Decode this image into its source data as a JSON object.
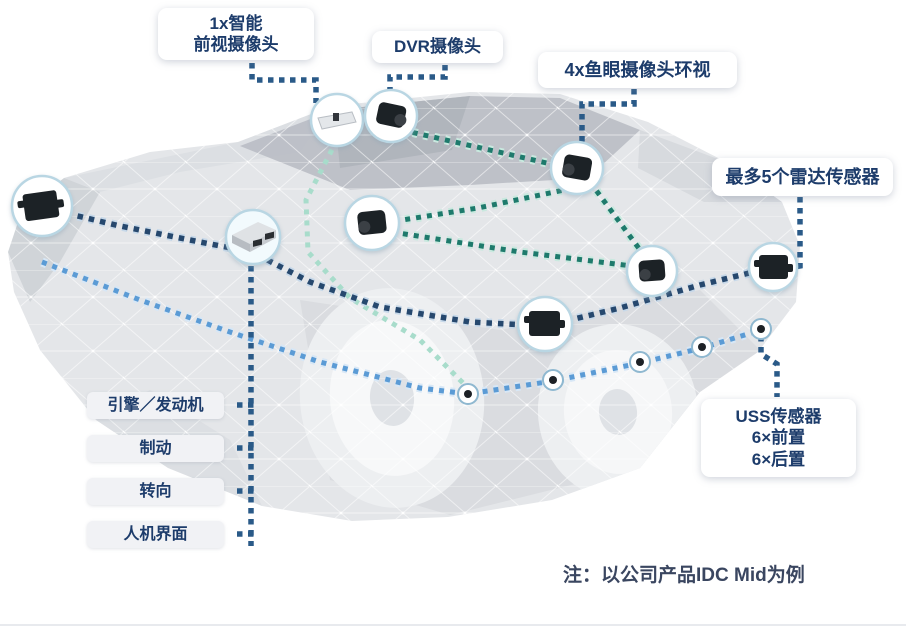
{
  "diagram_title_note": "注：以公司产品IDC Mid为例",
  "callouts": {
    "front_camera": {
      "line1": "1x智能",
      "line2": "前视摄像头"
    },
    "dvr_camera": {
      "text": "DVR摄像头"
    },
    "fisheye_cameras": {
      "text": "4x鱼眼摄像头环视"
    },
    "radar_sensors": {
      "text": "最多5个雷达传感器"
    },
    "uss_sensors": {
      "line1": "USS传感器",
      "line2": "6×前置",
      "line3": "6×后置"
    },
    "engine": {
      "text": "引擎／发动机"
    },
    "brake": {
      "text": "制动"
    },
    "steering": {
      "text": "转向"
    },
    "hmi": {
      "text": "人机界面"
    }
  },
  "colors": {
    "label_text": "#1d3c6b",
    "connector_navy": "#2a5a88",
    "radar_line": "#26486e",
    "camera_line_teal": "#1e7a6c",
    "camera_line_mint": "#a8dccb",
    "uss_line_blue": "#5b9bd5",
    "circle_ring": "#b9d6e3",
    "car_body": "#e4e6e9"
  }
}
